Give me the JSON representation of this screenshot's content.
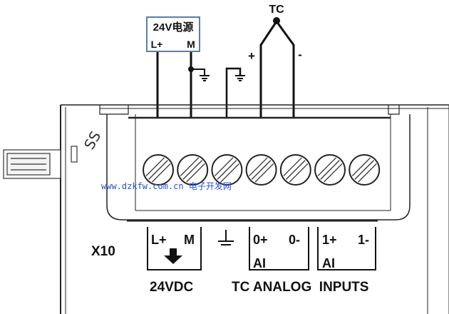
{
  "power_supply": {
    "title": "24V电源",
    "l_plus": "L+",
    "m": "M"
  },
  "thermocouple": {
    "label": "TC",
    "plus": "+",
    "minus": "-"
  },
  "module": {
    "connector_id": "X10",
    "power_group": {
      "l_plus": "L+",
      "m": "M",
      "caption": "24VDC"
    },
    "ai0": {
      "plus": "0+",
      "minus": "0-",
      "label": "AI"
    },
    "ai1": {
      "plus": "1+",
      "minus": "1-",
      "label": "AI"
    },
    "inputs_caption": "TC ANALOG  INPUTS",
    "terminal_count": 7
  },
  "watermark": "www.dzkfw.com.cn 电子开发网",
  "colors": {
    "line": "#111111",
    "box_border": "#5a7ea8",
    "watermark": "#2b4fd8"
  }
}
